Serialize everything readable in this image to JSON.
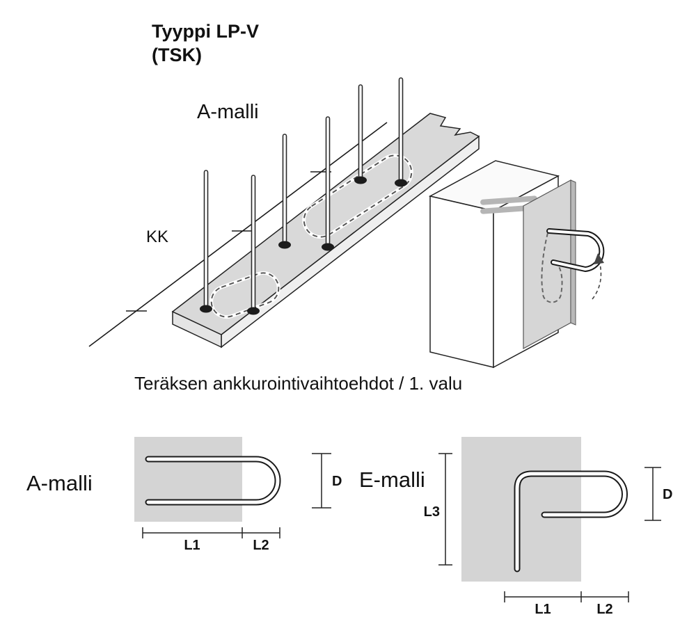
{
  "colors": {
    "plate_top": "#d9d9d9",
    "plate_front": "#efefef",
    "plate_end": "#e4e4e4",
    "detail_fill": "#d4d4d4",
    "corner_plate_fill": "#d6d6d6",
    "corner_plate_edge": "#b9b9b9",
    "embedded_bar": "#b5b5b5",
    "line": "#1a1a1a"
  },
  "header": {
    "title_line1": "Tyyppi LP-V",
    "title_line2": "(TSK)"
  },
  "iso": {
    "model_label": "A-malli",
    "spacing_label": "KK"
  },
  "caption": "Teräksen ankkurointivaihtoehdot / 1. valu",
  "detail_a": {
    "label": "A-malli",
    "l1": "L1",
    "l2": "L2",
    "d": "D"
  },
  "detail_e": {
    "label": "E-malli",
    "l1": "L1",
    "l2": "L2",
    "l3": "L3",
    "d": "D"
  }
}
